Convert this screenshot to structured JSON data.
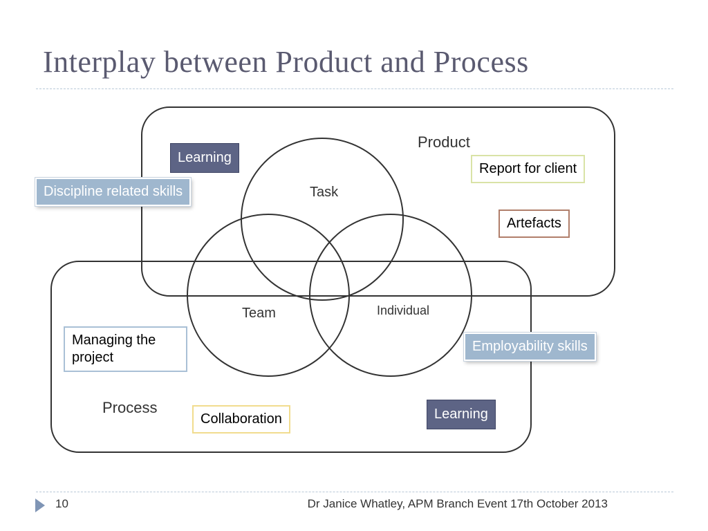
{
  "slide": {
    "title": "Interplay between Product and Process"
  },
  "diagram": {
    "regions": {
      "product": "Product",
      "process": "Process"
    },
    "circles": {
      "task": "Task",
      "team": "Team",
      "individual": "Individual"
    },
    "labels": {
      "learning_top": "Learning",
      "discipline_skills": "Discipline related skills",
      "report_for_client": "Report for client",
      "artefacts": "Artefacts",
      "managing_project": "Managing the project",
      "employability_skills": "Employability skills",
      "collaboration": "Collaboration",
      "learning_bottom": "Learning"
    }
  },
  "footer": {
    "page_number": "10",
    "caption": "Dr Janice Whatley,  APM Branch Event 17th October 2013"
  },
  "colors": {
    "title": "#5a5a70",
    "dark_box": "#5d6485",
    "light_blue_box": "#9fb7ce",
    "outline_green": "#d9e3a6",
    "outline_brown": "#b07e6a",
    "outline_blue": "#a9c0d6",
    "outline_yellow": "#f1dc8e",
    "footer_arrow": "#7f95b5"
  }
}
